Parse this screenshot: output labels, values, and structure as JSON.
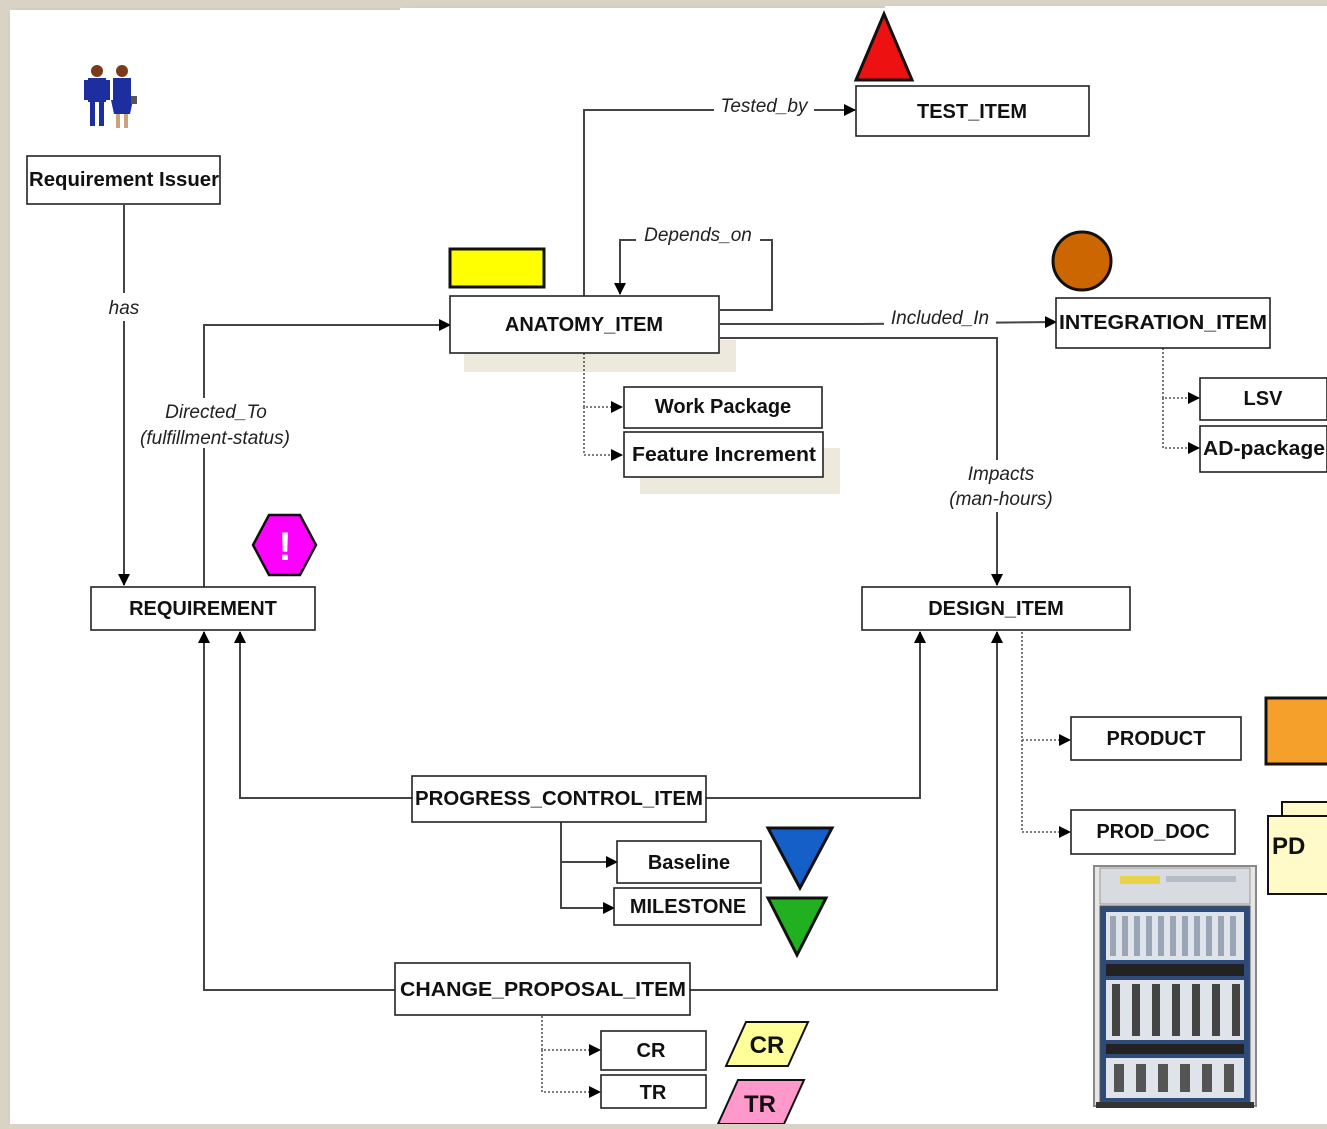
{
  "nodes": {
    "requirement_issuer": "Requirement Issuer",
    "requirement": "REQUIREMENT",
    "anatomy_item": "ANATOMY_ITEM",
    "test_item": "TEST_ITEM",
    "integration_item": "INTEGRATION_ITEM",
    "lsv": "LSV",
    "ad_package": "AD-package",
    "work_package": "Work Package",
    "feature_increment": "Feature Increment",
    "design_item": "DESIGN_ITEM",
    "product": "PRODUCT",
    "prod_doc": "PROD_DOC",
    "progress_control_item": "PROGRESS_CONTROL_ITEM",
    "baseline": "Baseline",
    "milestone": "MILESTONE",
    "change_proposal_item": "CHANGE_PROPOSAL_ITEM",
    "cr": "CR",
    "tr": "TR"
  },
  "edges": {
    "has": "has",
    "directed_to": "Directed_To",
    "directed_to_sub": "(fulfillment-status)",
    "tested_by": "Tested_by",
    "depends_on": "Depends_on",
    "included_in": "Included_In",
    "impacts": "Impacts",
    "impacts_sub": "(man-hours)"
  },
  "icons": {
    "test_triangle": {
      "name": "red-triangle-icon",
      "color": "#ee1111"
    },
    "anatomy_rect": {
      "name": "yellow-rectangle-icon",
      "color": "#ffff00"
    },
    "integration_circle": {
      "name": "orange-circle-icon",
      "color": "#cc6600"
    },
    "requirement_hexagon": {
      "name": "magenta-hexagon-icon",
      "color": "#ff00ff",
      "glyph": "!"
    },
    "product_square": {
      "name": "orange-square-icon",
      "color": "#f5a02a"
    },
    "prod_doc_pages": {
      "name": "document-pages-icon",
      "color": "#fffac8",
      "glyph": "PD"
    },
    "baseline_triangle": {
      "name": "blue-down-triangle-icon",
      "color": "#1560c8"
    },
    "milestone_triangle": {
      "name": "green-down-triangle-icon",
      "color": "#20b020"
    },
    "cr_parallelogram": {
      "name": "yellow-parallelogram-icon",
      "color": "#ffff99",
      "glyph": "CR"
    },
    "tr_parallelogram": {
      "name": "pink-parallelogram-icon",
      "color": "#ff99cc",
      "glyph": "TR"
    },
    "people": {
      "name": "people-icon"
    },
    "equipment_rack": {
      "name": "equipment-rack-icon"
    }
  }
}
